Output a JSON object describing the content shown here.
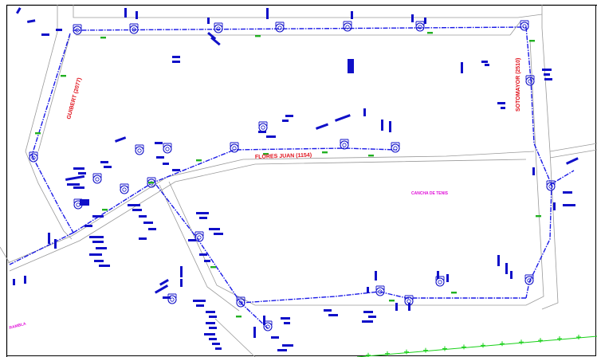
{
  "street_labels": [
    {
      "id": "flores-juan",
      "text": "FLORES JUAN (1154)"
    },
    {
      "id": "guibert",
      "text": "GUIBERT (2077)"
    },
    {
      "id": "sotomayor",
      "text": "SOTOMAYOR (2510)"
    }
  ],
  "area_labels": [
    {
      "id": "cancha",
      "text": "CANCHA DE TENIS"
    },
    {
      "id": "rambla",
      "text": "RAMBLA"
    }
  ],
  "colors": {
    "pipe": "#1a1ae6",
    "street_line": "#9a9a9a",
    "street_label": "#e0101a",
    "area_label": "#e010d8",
    "measure": "#22b022",
    "rail": "#18d018"
  }
}
